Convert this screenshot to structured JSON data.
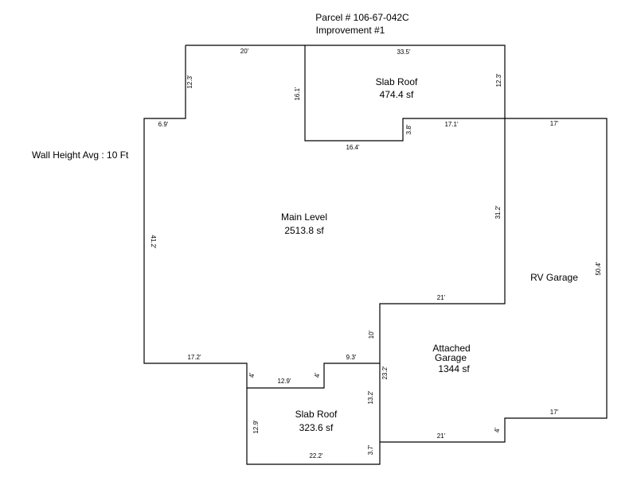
{
  "header": {
    "parcel": "Parcel # 106-67-042C",
    "improvement": "Improvement #1"
  },
  "wall_height": "Wall Height Avg : 10 Ft",
  "areas": {
    "slab_roof_top": {
      "name": "Slab Roof",
      "area": "474.4 sf"
    },
    "main_level": {
      "name": "Main Level",
      "area": "2513.8 sf"
    },
    "rv_garage": {
      "name": "RV Garage"
    },
    "attached_garage": {
      "name1": "Attached",
      "name2": "Garage",
      "area": "1344 sf"
    },
    "slab_roof_bottom": {
      "name": "Slab Roof",
      "area": "323.6 sf"
    }
  },
  "dims": {
    "top_left_width": "20'",
    "top_right_width": "33.5'",
    "left_notch_height": "12.3'",
    "slab_inner_height": "16.1'",
    "right_top_height": "12.3'",
    "left_notch_width": "6.9'",
    "slab_bottom_width": "16.4'",
    "slab_step_height": "3.8'",
    "slab_step_width": "17.1'",
    "rv_top_width": "17'",
    "main_left_height": "41.2'",
    "main_right_height": "31.2'",
    "rv_right_height": "50.4'",
    "garage_top_width": "21'",
    "garage_left_upper": "10'",
    "bottom_left_width": "17.2'",
    "bottom_step_left": "4'",
    "bottom_inner_width": "12.9'",
    "bottom_step_right": "4'",
    "bottom_notch_width": "9.3'",
    "garage_left_height": "23.2'",
    "slab_right_height": "13.2'",
    "slab_left_height": "12.9'",
    "slab_lower_right": "3.7'",
    "slab_bottom_total": "22.2'",
    "garage_bottom_width": "21'",
    "rv_step_height": "4'",
    "rv_bottom_width": "17'"
  }
}
